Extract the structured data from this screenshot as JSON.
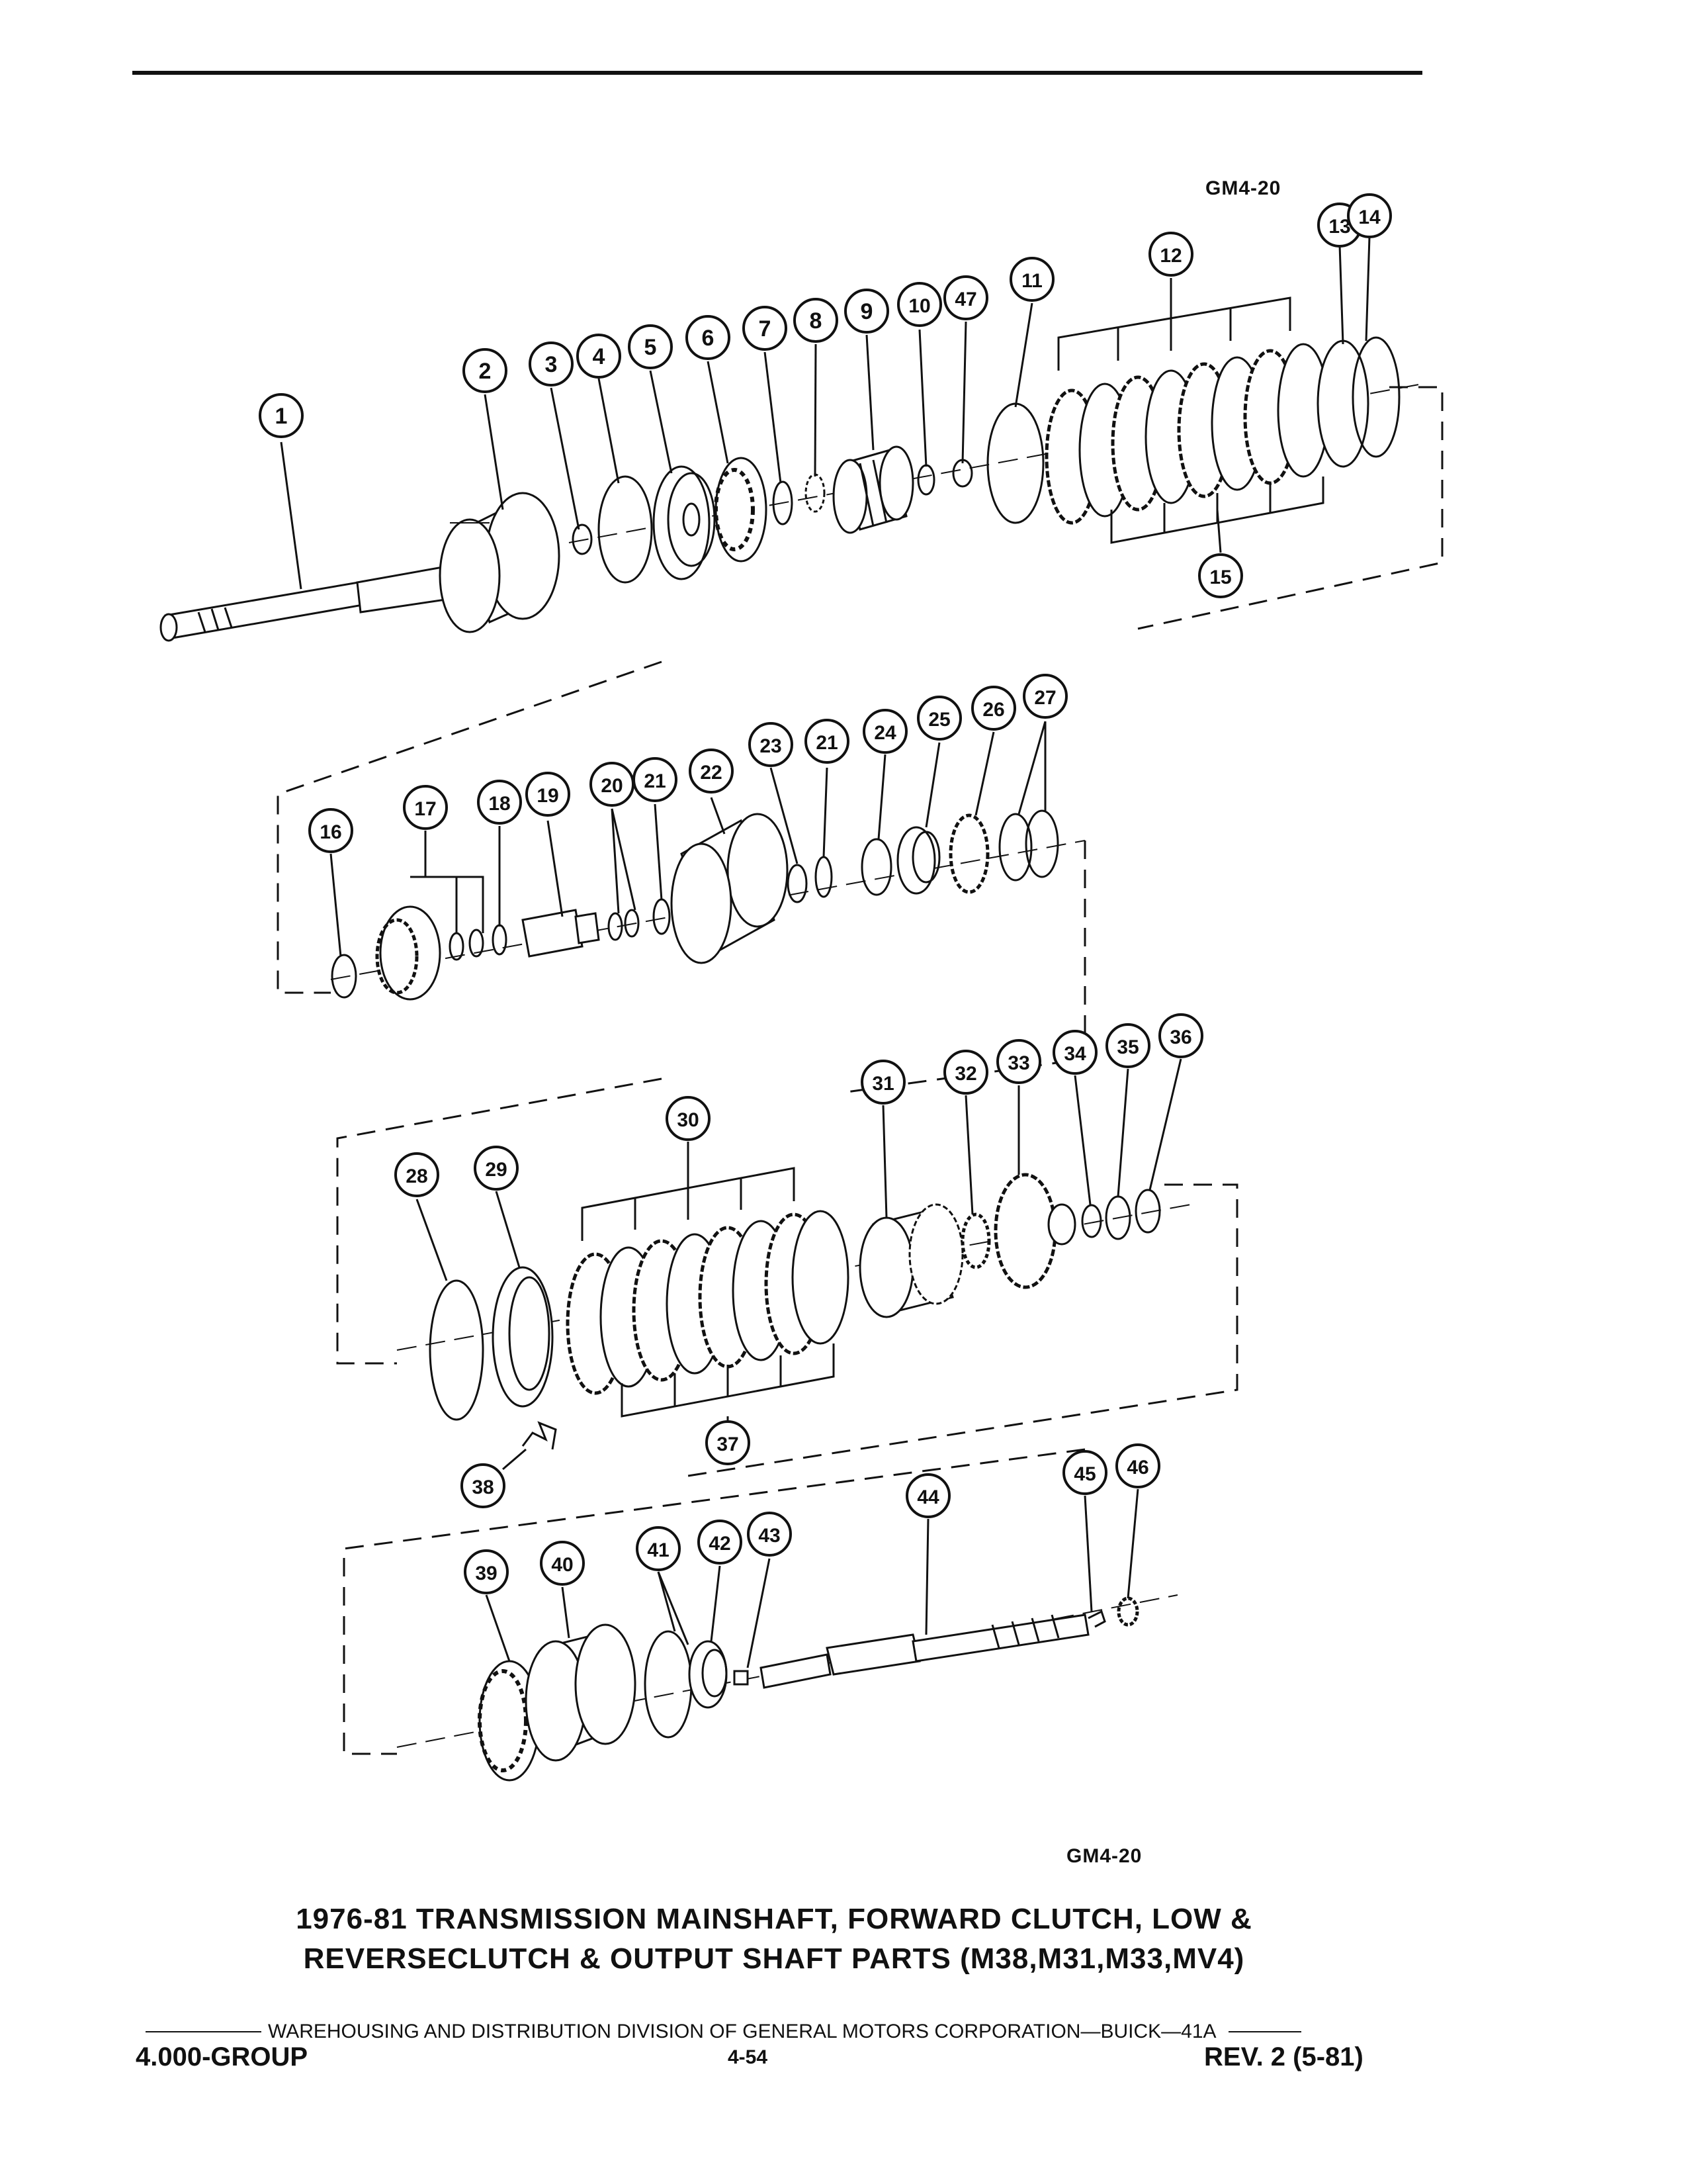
{
  "figure": {
    "code_top": "GM4-20",
    "code_bottom": "GM4-20",
    "caption_line1": "1976-81 TRANSMISSION MAINSHAFT, FORWARD CLUTCH, LOW &",
    "caption_line2": "REVERSECLUTCH & OUTPUT SHAFT PARTS (M38,M31,M33,MV4)"
  },
  "footer": {
    "division": "WAREHOUSING AND DISTRIBUTION  DIVISION OF GENERAL MOTORS CORPORATION—BUICK—41A",
    "group": "4.000-GROUP",
    "page": "4-54",
    "revision": "REV. 2 (5-81)"
  },
  "callouts": [
    "1",
    "2",
    "3",
    "4",
    "5",
    "6",
    "7",
    "8",
    "9",
    "10",
    "47",
    "11",
    "12",
    "13",
    "14",
    "15",
    "16",
    "17",
    "18",
    "19",
    "20",
    "21",
    "22",
    "23",
    "21",
    "24",
    "25",
    "26",
    "27",
    "28",
    "29",
    "30",
    "31",
    "32",
    "33",
    "34",
    "35",
    "36",
    "37",
    "38",
    "39",
    "40",
    "41",
    "42",
    "43",
    "44",
    "45",
    "46"
  ]
}
